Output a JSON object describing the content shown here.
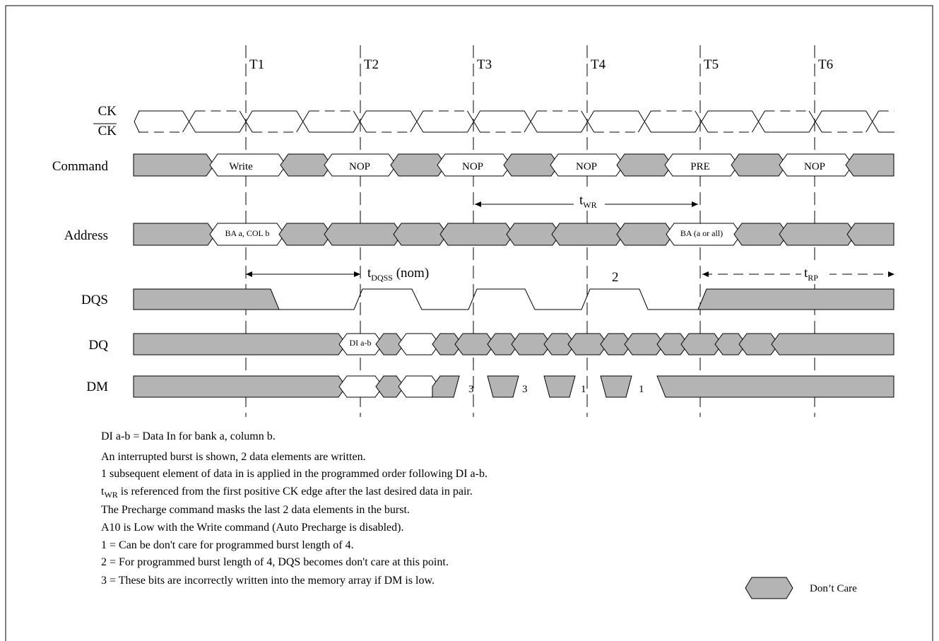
{
  "colors": {
    "dont_care_fill": "#b4b4b4",
    "line": "#000000",
    "background": "#ffffff"
  },
  "clock_labels": [
    "T1",
    "T2",
    "T3",
    "T4",
    "T5",
    "T6"
  ],
  "signals": {
    "ck": "CK",
    "ck_bar": "CK",
    "command": "Command",
    "address": "Address",
    "dqs": "DQS",
    "dq": "DQ",
    "dm": "DM"
  },
  "commands": [
    "Write",
    "NOP",
    "NOP",
    "NOP",
    "PRE",
    "NOP"
  ],
  "address": {
    "col": "BA a, COL b",
    "bank": "BA (a or all)"
  },
  "dq": {
    "data": "DI a-b"
  },
  "dm_marks": [
    "3",
    "3",
    "1",
    "1"
  ],
  "timing": {
    "twr": {
      "main": "t",
      "sub": "WR"
    },
    "tdqss": {
      "main": "t",
      "sub": "DQSS",
      "suffix": " (nom)"
    },
    "trp": {
      "main": "t",
      "sub": "RP"
    },
    "dqs_mark": "2"
  },
  "notes": [
    "DI a-b = Data In for bank a, column b.",
    "An interrupted burst is shown, 2 data elements are written.",
    "1 subsequent element of data in is applied in the programmed order following DI a-b.",
    {
      "main": "t",
      "sub": "WR",
      "rest": " is referenced from the first positive CK edge after the last desired data in pair."
    },
    "The Precharge command masks the last 2 data elements in the burst.",
    "A10 is Low with the Write command (Auto Precharge is disabled).",
    "1 = Can be don't care for programmed burst length of 4.",
    "2 = For programmed burst length of 4, DQS becomes don't care at this point.",
    "3 = These bits are incorrectly written into the memory array if DM is low."
  ],
  "legend": {
    "label": "Don’t Care"
  }
}
